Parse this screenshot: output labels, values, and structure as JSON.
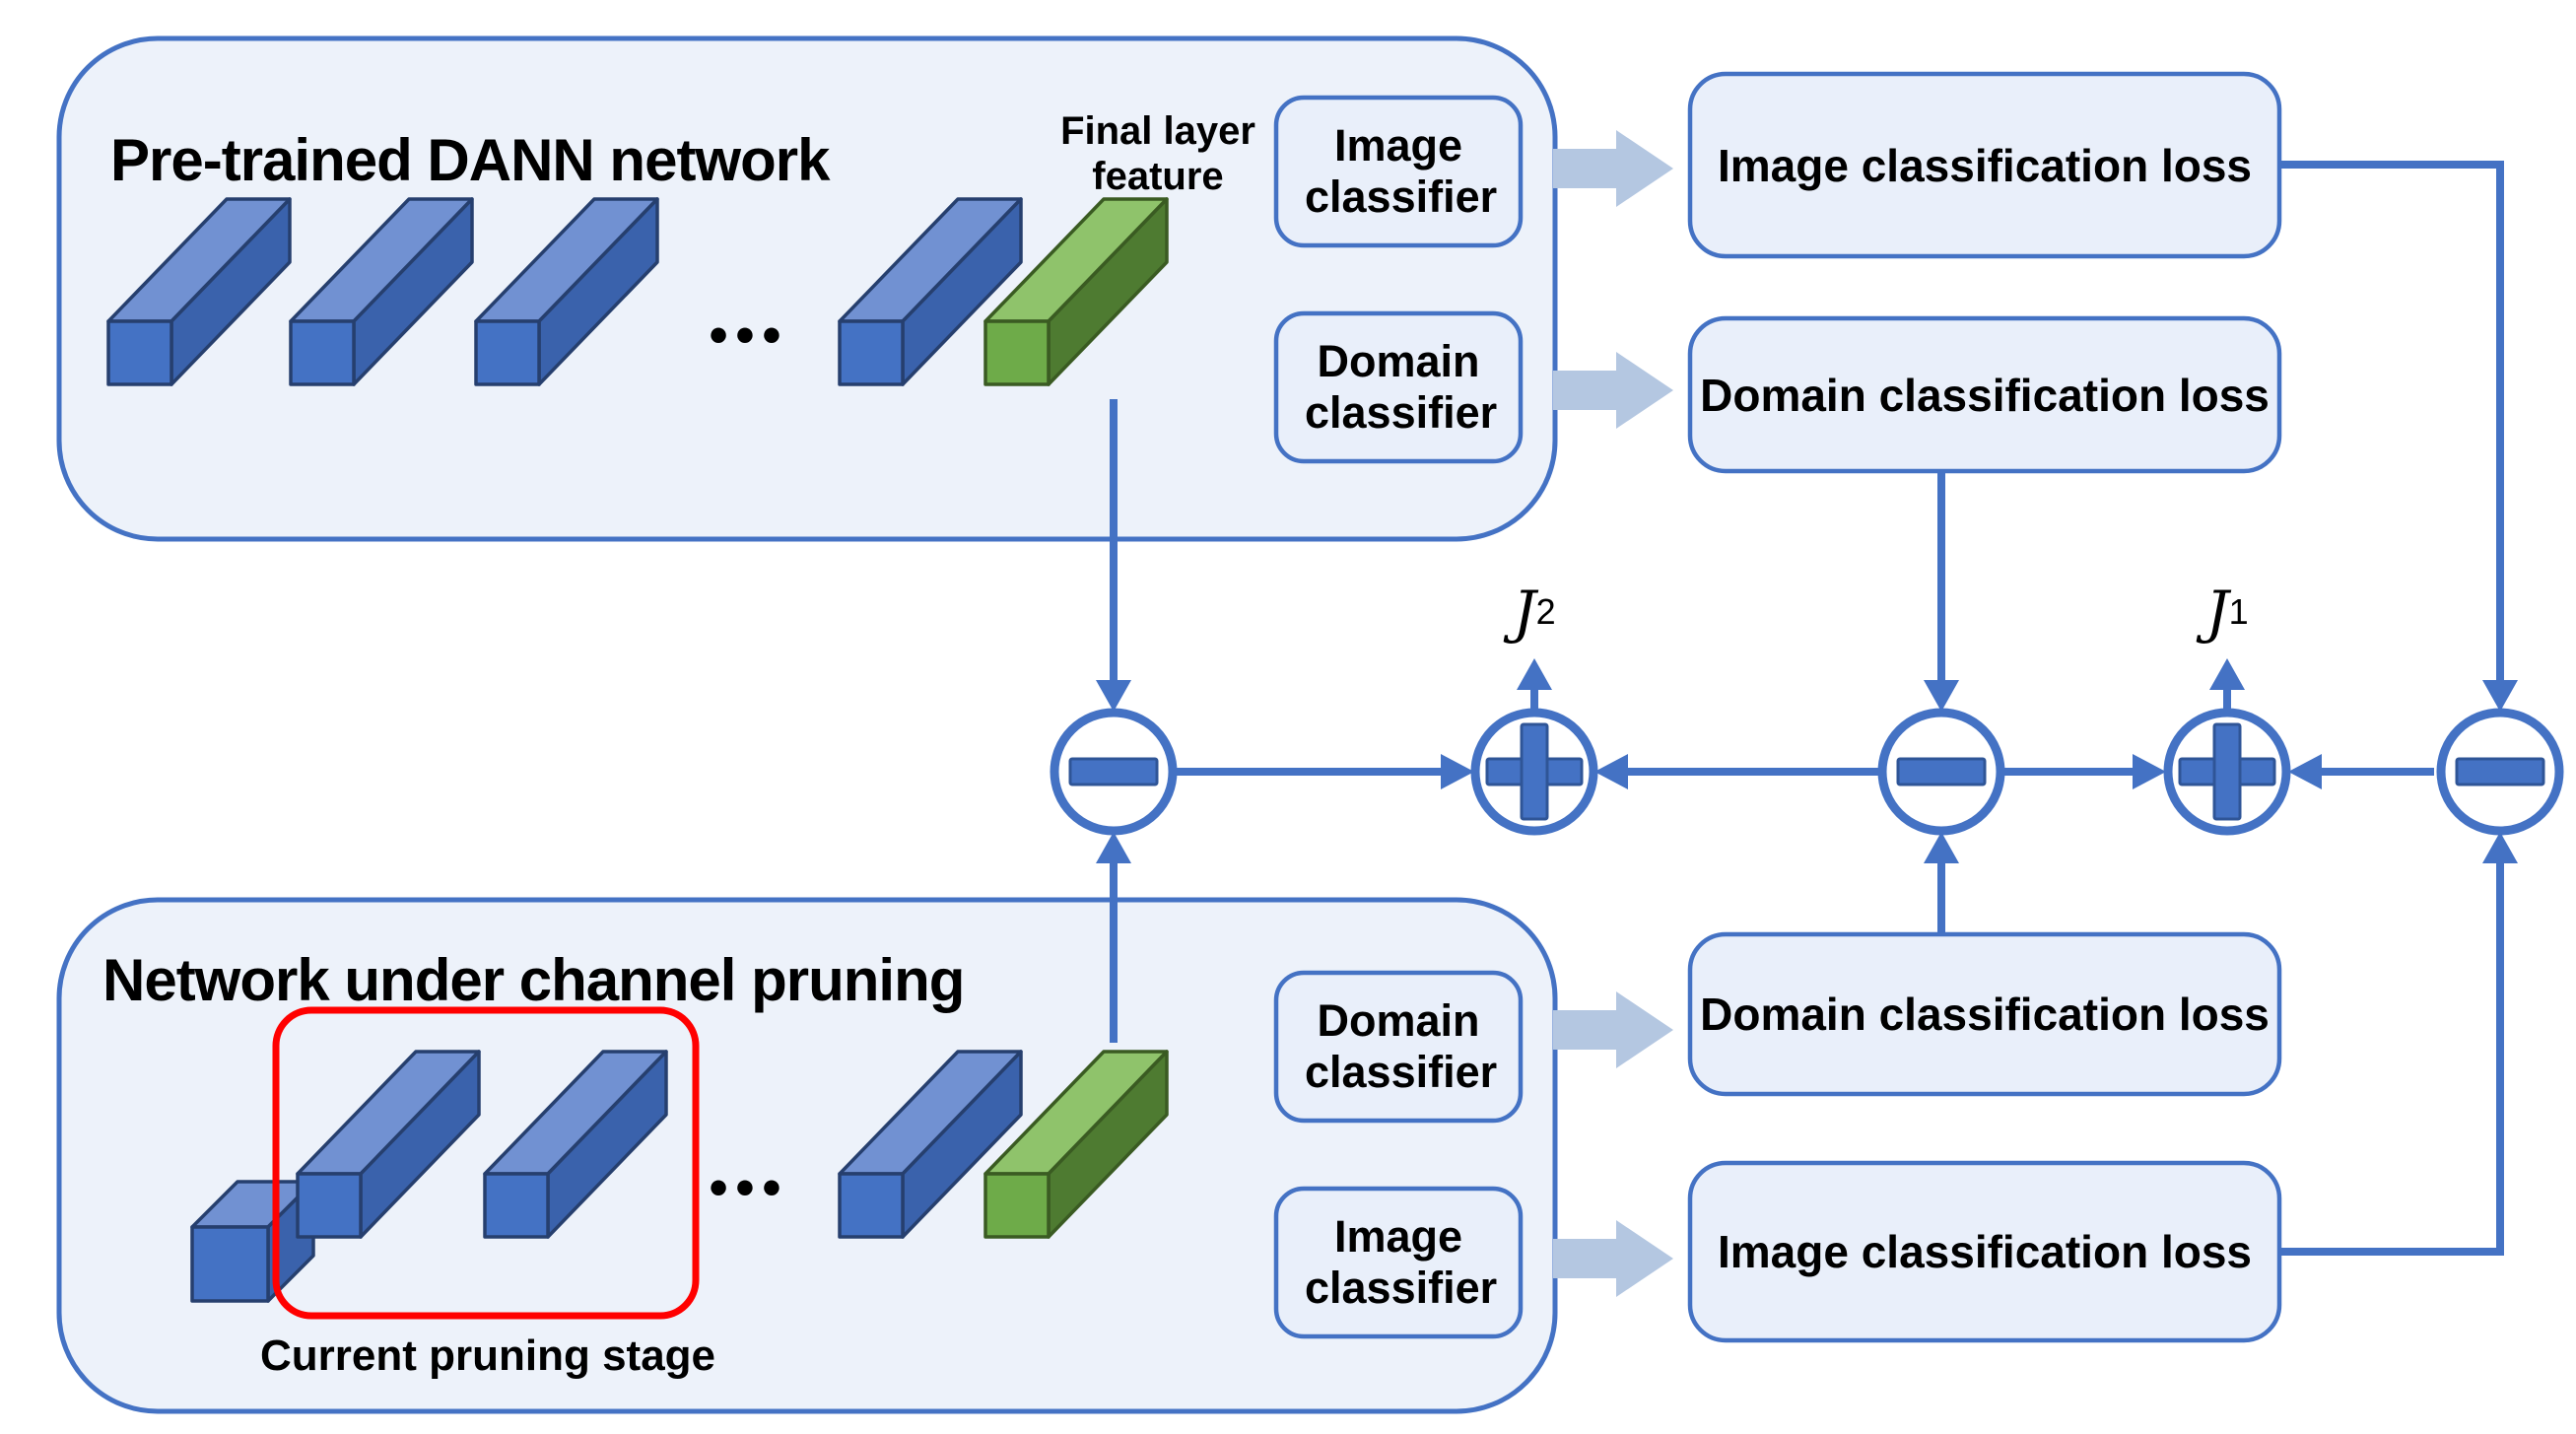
{
  "diagram": {
    "top_network": {
      "title": "Pre-trained DANN network",
      "final_layer_label_line1": "Final layer",
      "final_layer_label_line2": "feature",
      "image_classifier": "Image classifier",
      "domain_classifier": "Domain classifier",
      "dots": "•••"
    },
    "bottom_network": {
      "title": "Network under channel pruning",
      "pruning_stage_label": "Current pruning stage",
      "domain_classifier": "Domain classifier",
      "image_classifier": "Image classifier",
      "dots": "•••"
    },
    "losses": {
      "top_image": "Image classification loss",
      "top_domain": "Domain classification loss",
      "bottom_domain": "Domain classification loss",
      "bottom_image": "Image classification loss"
    },
    "objectives": {
      "j1_base": "J",
      "j1_sub": "1",
      "j2_base": "J",
      "j2_sub": "2"
    },
    "operators": {
      "subtract": "−",
      "add": "+"
    },
    "colors": {
      "line_blue": "#4472C4",
      "box_fill": "#EDF2FA",
      "inner_fill": "#E9EFFA",
      "box_border": "#4472C4",
      "op_edge": "#2F5597",
      "bar_front_blue": "#4472C4",
      "bar_top_blue": "#7191D2",
      "bar_side_blue": "#3A62AC",
      "bar_edge_blue": "#263F6E",
      "bar_front_green": "#6EAB49",
      "bar_top_green": "#8FC36B",
      "bar_side_green": "#4E7B31",
      "bar_edge_green": "#3A5B22",
      "block_arrow": "#B4C7E1",
      "pruning_highlight": "#FF0000"
    }
  }
}
